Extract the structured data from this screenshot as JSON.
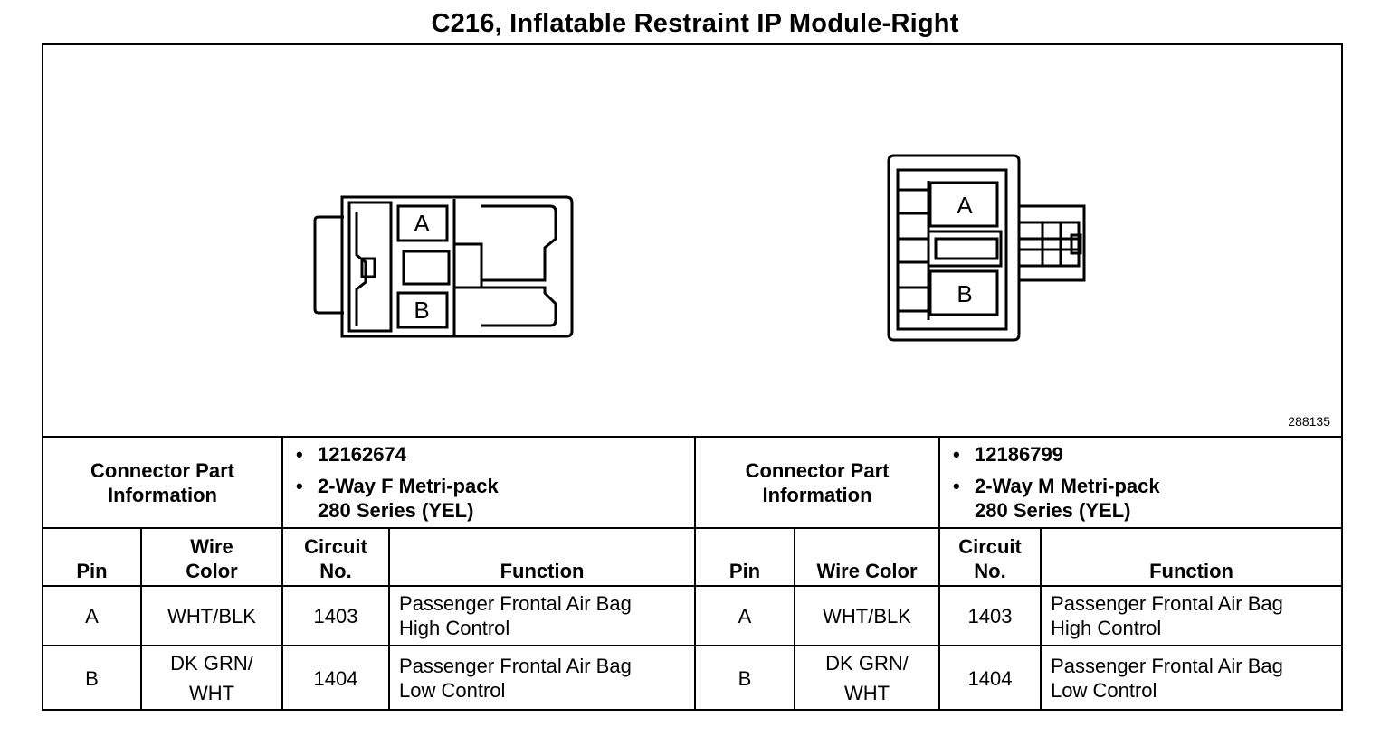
{
  "title": "C216, Inflatable Restraint IP Module-Right",
  "figure_id": "288135",
  "connector_left": {
    "pin_labels": [
      "A",
      "B"
    ],
    "info_label": [
      "Connector Part",
      "Information"
    ],
    "part_number": "12162674",
    "description_line1": "2-Way F Metri-pack",
    "description_line2": "280 Series (YEL)"
  },
  "connector_right": {
    "pin_labels": [
      "A",
      "B"
    ],
    "info_label": [
      "Connector Part",
      "Information"
    ],
    "part_number": "12186799",
    "description_line1": "2-Way M Metri-pack",
    "description_line2": "280 Series (YEL)"
  },
  "headers_left": {
    "pin": "Pin",
    "wire_color": [
      "Wire",
      "Color"
    ],
    "circuit": [
      "Circuit",
      "No."
    ],
    "function": "Function"
  },
  "headers_right": {
    "pin": "Pin",
    "wire_color": "Wire Color",
    "circuit": [
      "Circuit",
      "No."
    ],
    "function": "Function"
  },
  "rows_left": [
    {
      "pin": "A",
      "wire_color": [
        "WHT/BLK"
      ],
      "circuit": "1403",
      "function": [
        "Passenger Frontal Air Bag",
        "High Control"
      ]
    },
    {
      "pin": "B",
      "wire_color": [
        "DK GRN/",
        "WHT"
      ],
      "circuit": "1404",
      "function": [
        "Passenger Frontal Air Bag",
        "Low Control"
      ]
    }
  ],
  "rows_right": [
    {
      "pin": "A",
      "wire_color": [
        "WHT/BLK"
      ],
      "circuit": "1403",
      "function": [
        "Passenger Frontal Air Bag",
        "High Control"
      ]
    },
    {
      "pin": "B",
      "wire_color": [
        "DK GRN/",
        "WHT"
      ],
      "circuit": "1404",
      "function": [
        "Passenger Frontal Air Bag",
        "Low Control"
      ]
    }
  ]
}
